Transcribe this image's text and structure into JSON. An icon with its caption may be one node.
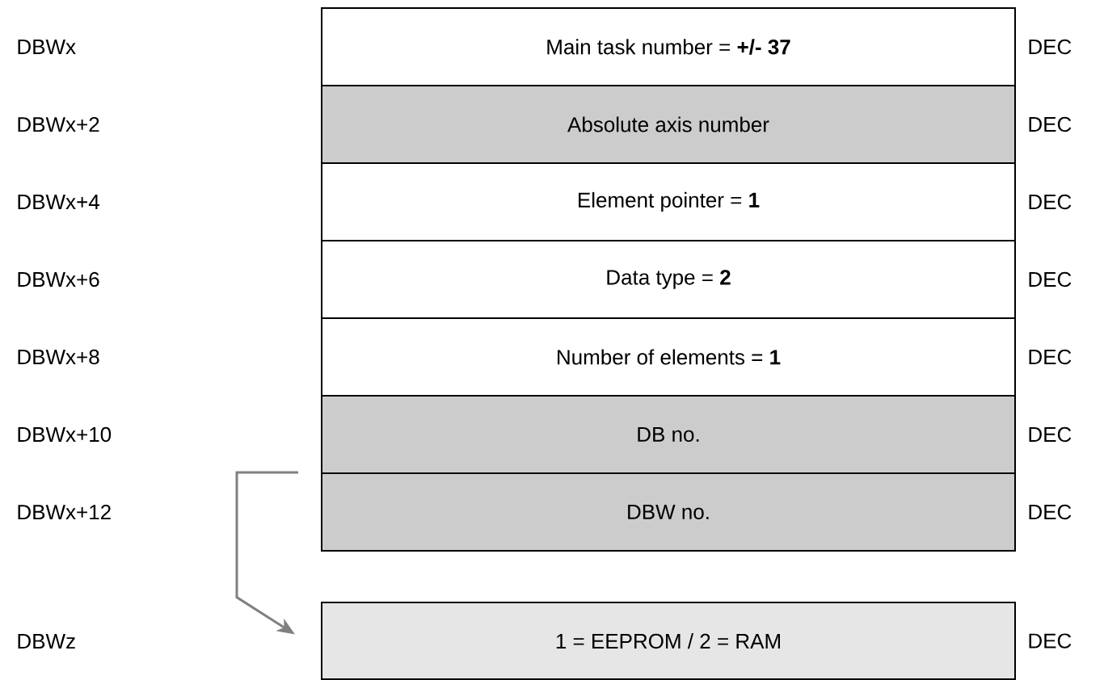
{
  "diagram": {
    "nodes": [
      {
        "text": [
          "Main task number = **+/- 37**"
        ],
        "beside": [
          "DEC"
        ]
      },
      {
        "text": [
          "Absolute axis number"
        ],
        "beside": [
          "DEC"
        ]
      },
      {
        "text": [
          "Element pointer = **1**"
        ],
        "beside": [
          "DEC"
        ]
      },
      {
        "text": [
          "Data type = **2**"
        ],
        "beside": [
          "DEC"
        ]
      },
      {
        "text": [
          "Number of elements = **1**"
        ],
        "beside": [
          "DEC"
        ]
      },
      {
        "text": [
          "DB no."
        ],
        "beside": [
          "DEC"
        ]
      },
      {
        "text": [
          "DBW no."
        ],
        "beside": [
          "DEC"
        ]
      },
      {
        "text": [
          "1 = EEPROM / 2 = RAM"
        ],
        "beside": [
          "DEC"
        ]
      }
    ],
    "edges": [
      {
        "from": 6,
        "to": 7,
        "arrow": "to"
      }
    ],
    "labels": [
      "DBWx",
      "DBWx+2",
      "DBWx+4",
      "DBWx+6",
      "DBWx+8",
      "DBWx+10",
      "DBWx+12",
      "DBWz"
    ]
  }
}
